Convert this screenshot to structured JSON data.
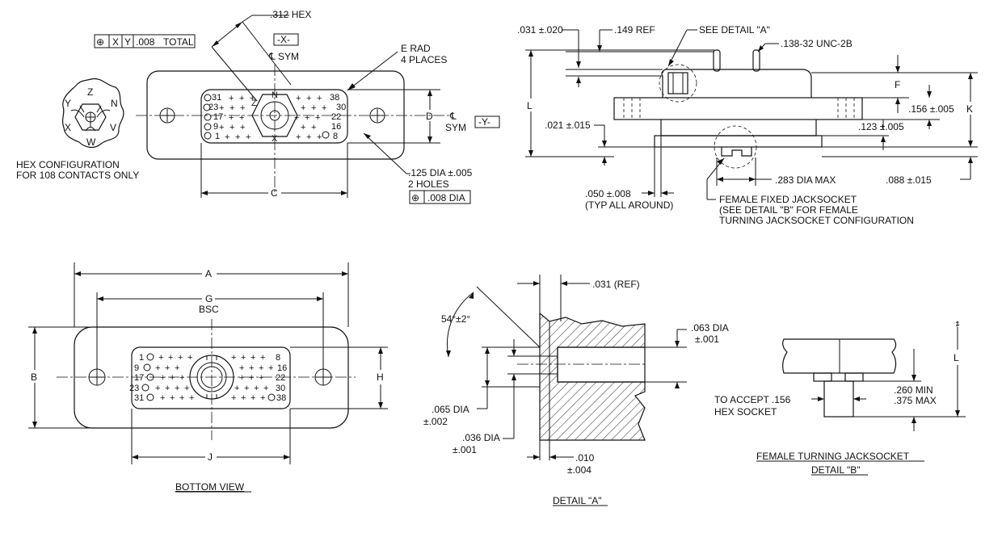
{
  "colors": {
    "ink": "#111111",
    "paper": "#ffffff"
  },
  "top_view": {
    "hex_size": ".312 HEX",
    "tolerance_box": [
      "⊕",
      "X",
      "Y",
      ".008",
      "TOTAL"
    ],
    "datum_x": "-X-",
    "c_sym": "℄ SYM",
    "e_rad": "E  RAD",
    "e_places": "4 PLACES",
    "hex_config_line1": "HEX CONFIGURATION",
    "hex_config_line2": "FOR 108 CONTACTS ONLY",
    "hex_letters": [
      "Z",
      "N",
      "V",
      "W",
      "X",
      "Y"
    ],
    "dim_c": "C",
    "dim_d": "D",
    "d_c_sym": "℄",
    "d_sym": "SYM",
    "datum_y": "-Y-",
    "holes_dia": ".125 DIA ±.005",
    "holes_count": "2 HOLES",
    "holes_tol": ".008 DIA",
    "pin_left": [
      "31",
      "23",
      "17",
      "9",
      "1"
    ],
    "pin_right": [
      "38",
      "30",
      "22",
      "16",
      "8"
    ],
    "hex_mark_z": "Z",
    "hex_mark_n": "N",
    "hex_mark_x": "X"
  },
  "side_view": {
    "dim_031": ".031 ±.020",
    "dim_149": ".149 REF",
    "see_detail_a": "SEE DETAIL \"A\"",
    "thread": ".138-32 UNC-2B",
    "dim_l": "L",
    "dim_f": "F",
    "dim_k": "K",
    "dim_156": ".156 ±.005",
    "dim_021": ".021 ±.015",
    "dim_123": ".123 ±.005",
    "dim_283": ".283 DIA MAX",
    "dim_088": ".088 ±.015",
    "dim_050": ".050 ±.008",
    "typ_all": "(TYP ALL AROUND)",
    "female_fixed": "FEMALE FIXED JACKSOCKET",
    "see_detail_b": "(SEE DETAIL \"B\" FOR FEMALE",
    "turning_config": "TURNING JACKSOCKET CONFIGURATION"
  },
  "bottom_view": {
    "dim_a": "A",
    "dim_g": "G",
    "bsc": "BSC",
    "dim_b": "B",
    "dim_h": "H",
    "dim_j": "J",
    "title": "BOTTOM VIEW",
    "pin_left": [
      "1",
      "9",
      "17",
      "23",
      "31"
    ],
    "pin_right": [
      "8",
      "16",
      "22",
      "30",
      "38"
    ]
  },
  "detail_a": {
    "dim_031": ".031 (REF)",
    "angle": "54°±2°",
    "dim_063": ".063 DIA",
    "tol_063": "±.001",
    "dim_065": ".065 DIA",
    "tol_065": "±.002",
    "dim_036": ".036 DIA",
    "tol_036": "±.001",
    "dim_010": ".010",
    "tol_010": "±.004",
    "title": "DETAIL \"A\""
  },
  "detail_b": {
    "dim_l": "L",
    "to_accept": "TO ACCEPT .156",
    "hex_socket": "HEX SOCKET",
    "min": ".260 MIN",
    "max": ".375 MAX",
    "title1": "FEMALE TURNING JACKSOCKET",
    "title2": "DETAIL \"B\""
  }
}
